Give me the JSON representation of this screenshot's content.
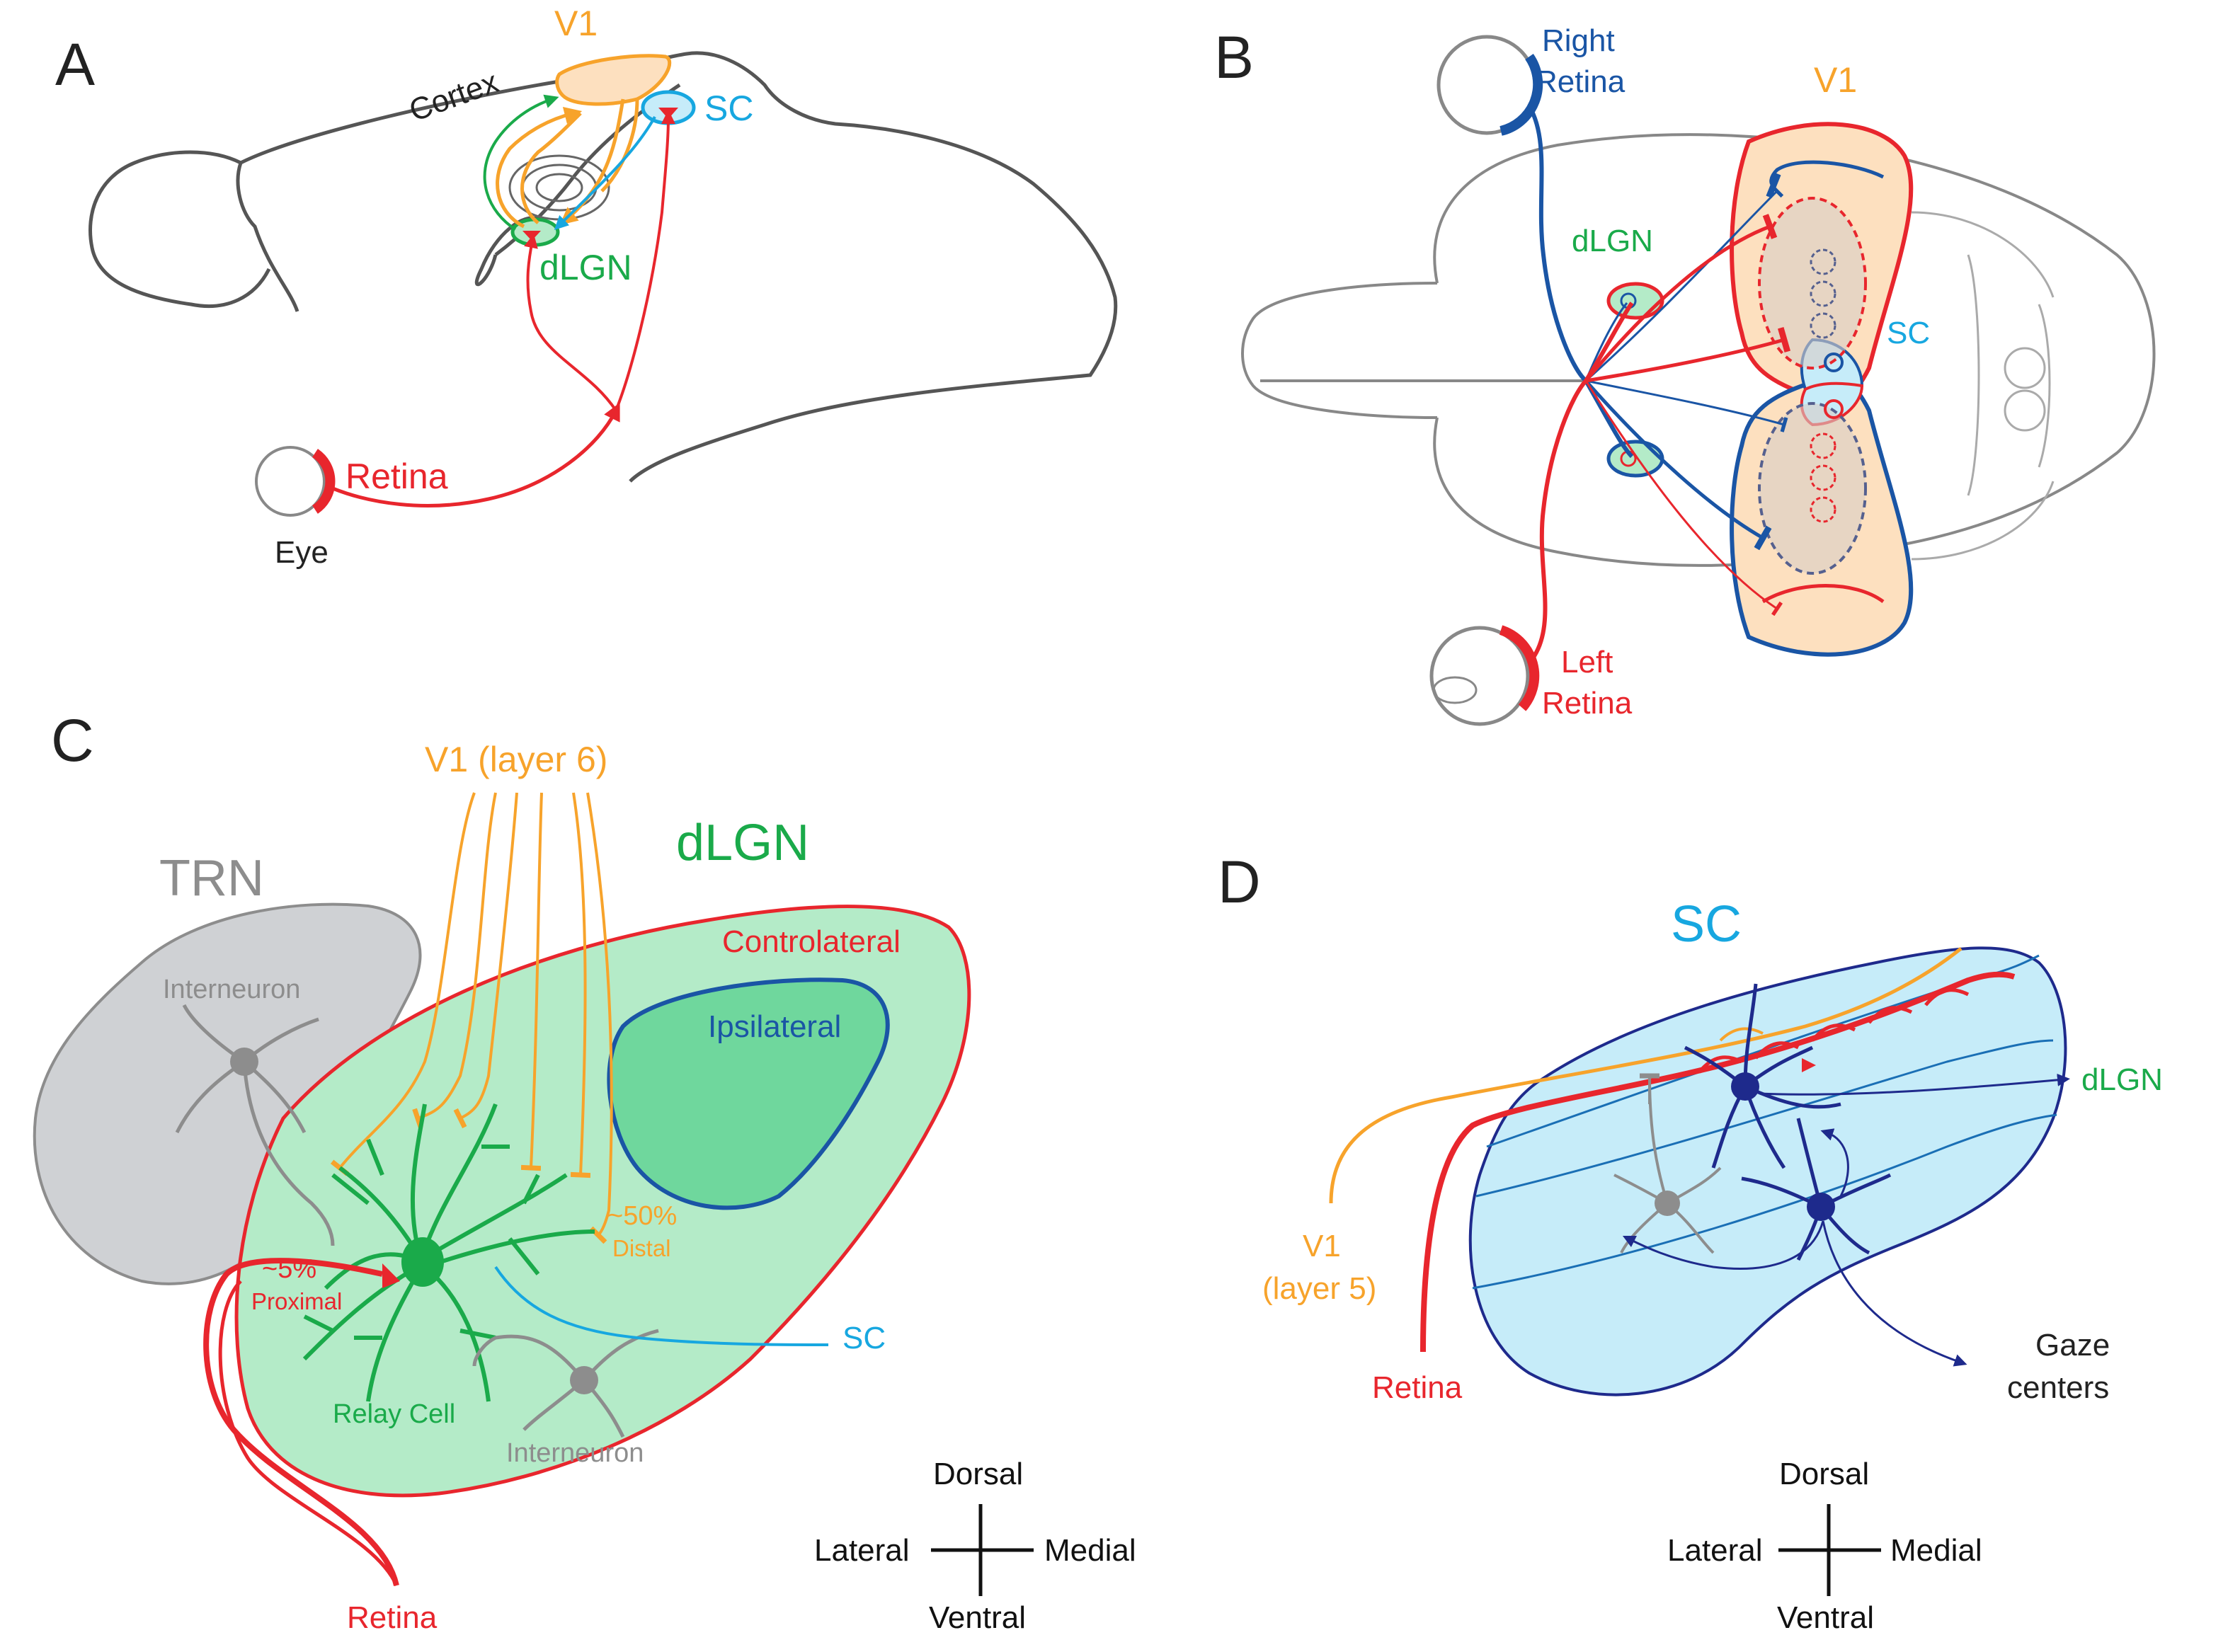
{
  "colors": {
    "retina_red": "#e8262d",
    "v1_orange": "#f7a32b",
    "v1_fill": "#fde0bf",
    "dlgn_green": "#1aaa4a",
    "dlgn_fill": "#b4ebc8",
    "ipsi_fill": "#6fd79d",
    "sc_cyan": "#17a7e0",
    "sc_fill": "#c6ecf9",
    "right_blue": "#1a55a5",
    "sc_neuron": "#1e2a8c",
    "gray": "#8d8d8d",
    "trn_fill": "#cfd1d4",
    "brain_outline": "#555555"
  },
  "panels": {
    "A": {
      "letter": "A",
      "labels": {
        "v1": "V1",
        "cortex": "Cortex",
        "sc": "SC",
        "dlgn": "dLGN",
        "retina": "Retina",
        "eye": "Eye"
      }
    },
    "B": {
      "letter": "B",
      "labels": {
        "right_retina_1": "Right",
        "right_retina_2": "Retina",
        "v1": "V1",
        "dlgn": "dLGN",
        "sc": "SC",
        "left_retina_1": "Left",
        "left_retina_2": "Retina"
      }
    },
    "C": {
      "letter": "C",
      "labels": {
        "v1_layer6": "V1 (layer 6)",
        "dlgn": "dLGN",
        "trn": "TRN",
        "controlateral": "Controlateral",
        "ipsilateral": "Ipsilateral",
        "interneuron_trn": "Interneuron",
        "distal_pct": "~50%",
        "distal": "Distal",
        "proximal_pct": "~5%",
        "proximal": "Proximal",
        "sc": "SC",
        "relay_cell": "Relay Cell",
        "interneuron_dlgn": "Interneuron",
        "retina": "Retina"
      },
      "axes": {
        "dorsal": "Dorsal",
        "lateral": "Lateral",
        "medial": "Medial",
        "ventral": "Ventral"
      }
    },
    "D": {
      "letter": "D",
      "labels": {
        "sc": "SC",
        "dlgn": "dLGN",
        "v1_1": "V1",
        "v1_2": "(layer 5)",
        "retina": "Retina",
        "gaze_1": "Gaze",
        "gaze_2": "centers"
      },
      "axes": {
        "dorsal": "Dorsal",
        "lateral": "Lateral",
        "medial": "Medial",
        "ventral": "Ventral"
      }
    }
  }
}
